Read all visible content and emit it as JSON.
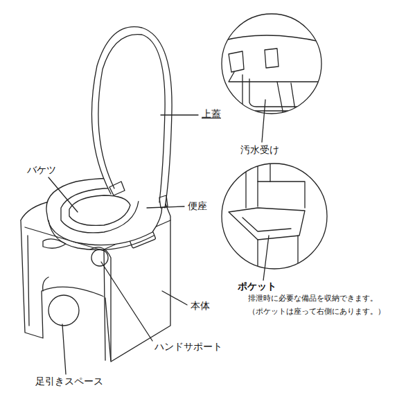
{
  "diagram": {
    "labels": [
      "上蓋",
      "バケツ",
      "便座",
      "本体",
      "ハンドサポート",
      "足引きスペース",
      "汚水受け",
      "ポケット",
      "排泄時に必要な備品を収納できます。",
      "（ポケットは座って右側にあります。）"
    ]
  }
}
